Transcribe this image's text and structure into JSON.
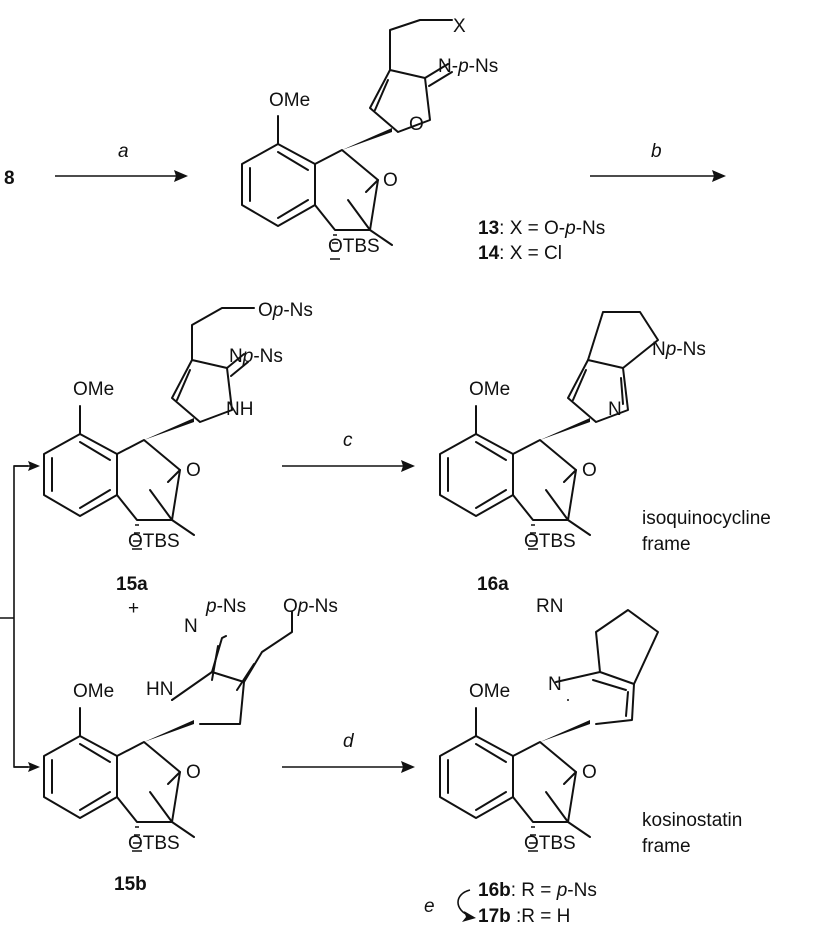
{
  "start_compound": "8",
  "reagents": {
    "a": "a",
    "b": "b",
    "c": "c",
    "d": "d",
    "e": "e"
  },
  "atoms": {
    "OMe": "OMe",
    "O": "O",
    "OTBS": "OTBS",
    "X": "X",
    "N": "N",
    "NH": "NH",
    "HN": "HN",
    "RN": "RN",
    "imine_p": "p",
    "imine_Ns": "-Ns",
    "nosyl_O": "O",
    "nosyl_p": "p",
    "nosyl_Ns": "-Ns"
  },
  "compound_13": {
    "id": "13",
    "text": ": X = O-",
    "italic": "p",
    "tail": "-Ns"
  },
  "compound_14": {
    "id": "14",
    "text": ": X = Cl"
  },
  "compound_15a": {
    "id": "15a"
  },
  "compound_15b": {
    "id": "15b"
  },
  "compound_16a": {
    "id": "16a",
    "frame_line1": "isoquinocycline",
    "frame_line2": "frame"
  },
  "compound_16b": {
    "id": "16b",
    "text": ": R = ",
    "italic": "p",
    "tail": "-Ns"
  },
  "compound_17b": {
    "id": "17b",
    "text": " :R = H"
  },
  "kosinostatin": {
    "frame_line1": "kosinostatin",
    "frame_line2": "frame"
  },
  "plus_sign": "+"
}
